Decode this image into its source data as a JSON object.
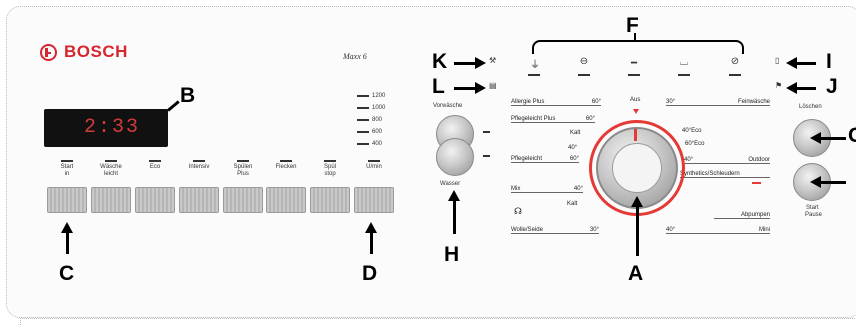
{
  "brand": "BOSCH",
  "model": "Maxx 6",
  "display_value": "2:33",
  "callouts": {
    "A": "A",
    "B": "B",
    "C": "C",
    "D": "D",
    "F": "F",
    "G": "G",
    "H": "H",
    "I": "I",
    "J": "J",
    "K": "K",
    "L": "L"
  },
  "spin_speeds": [
    "1200",
    "1000",
    "800",
    "600",
    "400"
  ],
  "options": [
    {
      "label_1": "Start",
      "label_2": "in"
    },
    {
      "label_1": "Wäsche",
      "label_2": "leicht"
    },
    {
      "label_1": "Eco",
      "label_2": ""
    },
    {
      "label_1": "Intensiv",
      "label_2": ""
    },
    {
      "label_1": "Spülen",
      "label_2": "Plus"
    },
    {
      "label_1": "Flecken",
      "label_2": ""
    },
    {
      "label_1": "Spül",
      "label_2": "stop"
    },
    {
      "label_1": "U/min",
      "label_2": ""
    }
  ],
  "left_round_buttons": {
    "top_label": "Vorwäsche",
    "bottom_label": "Wasser"
  },
  "right_round_buttons": {
    "top_label": "Löschen",
    "bottom_label": "Start",
    "bottom_label_2": "Pause"
  },
  "status_icons": [
    "wash-icon",
    "rinse-icon",
    "spin-icon",
    "drain-icon",
    "lock-icon"
  ],
  "dial_label": "Aus",
  "programs_left": [
    {
      "name": "Allergie Plus",
      "temp": "60°"
    },
    {
      "name": "Pflegeleicht Plus",
      "temp": "60°"
    },
    {
      "name": "Kalt",
      "temp": ""
    },
    {
      "name": "",
      "temp": "40°"
    },
    {
      "name": "Pflegeleicht",
      "temp": "60°"
    },
    {
      "name": "Mix",
      "temp": "40°"
    },
    {
      "name": "",
      "temp": "Kalt"
    },
    {
      "name": "Wolle/Seide",
      "temp": "30°"
    }
  ],
  "programs_right": [
    {
      "name": "Feinwäsche",
      "temp": "30°"
    },
    {
      "name": "40°Eco",
      "temp": ""
    },
    {
      "name": "60°Eco",
      "temp": ""
    },
    {
      "name": "Outdoor",
      "temp": "40°"
    },
    {
      "name": "Synthetics/Schleudern",
      "temp": ""
    },
    {
      "name": "Abpumpen",
      "temp": ""
    },
    {
      "name": "Mini",
      "temp": "40°"
    }
  ],
  "top_right_icons": [
    "child-lock-icon",
    "flag-icon"
  ],
  "colors": {
    "brand": "#d6262f",
    "dial_ring": "#e53935",
    "display_digits": "#d23a3a"
  }
}
